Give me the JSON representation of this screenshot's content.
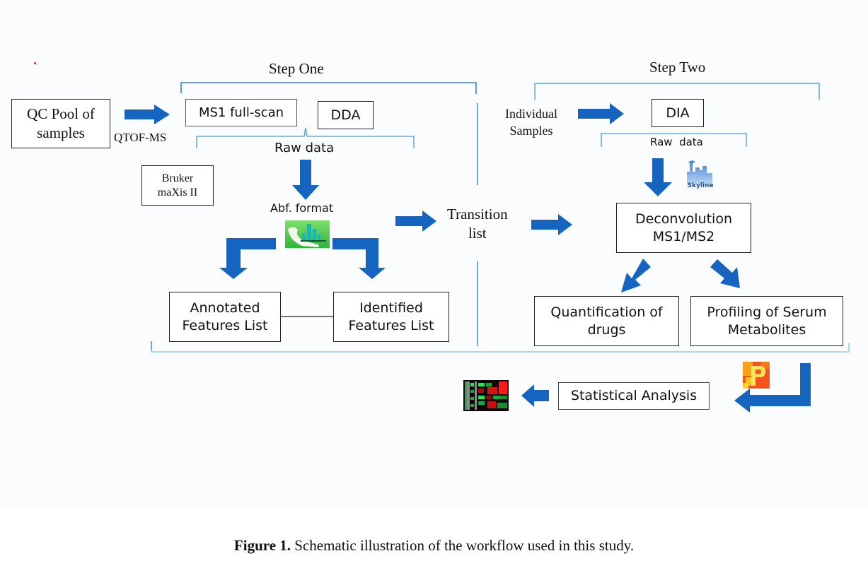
{
  "figure": {
    "step_one": {
      "title": "Step One",
      "source_box": [
        "QC Pool of",
        "samples"
      ],
      "instrument_label": "QTOF-MS",
      "instrument_box": [
        "Bruker",
        "maXis II"
      ],
      "ms1_box": "MS1 full-scan",
      "dda_box": "DDA",
      "raw_data_label": "Raw data",
      "format_label": "Abf. format",
      "annotated_box": [
        "Annotated",
        "Features List"
      ],
      "identified_box": [
        "Identified",
        "Features List"
      ]
    },
    "transition": [
      "Transition",
      "list"
    ],
    "step_two": {
      "title": "Step Two",
      "samples_label": [
        "Individual",
        "Samples"
      ],
      "dia_box": "DIA",
      "raw_data_label": "Raw  data",
      "skyline_label": "Skyline",
      "deconvolution_box": [
        "Deconvolution",
        "MS1/MS2"
      ],
      "quantification_box": [
        "Quantification of",
        "drugs"
      ],
      "profiling_box": [
        "Profiling of Serum",
        "Metabolites"
      ]
    },
    "statistics_box": "Statistical Analysis",
    "icons": {
      "ms_dial": "ms-dial-software-icon",
      "skyline": "skyline-software-icon",
      "metaboanalyst": "p-software-icon",
      "heatmap": "heatmap-icon"
    },
    "colors": {
      "arrow": "#1565c0",
      "bracket": "#3b8fc4",
      "bottom_bracket": "#8fcbe0",
      "box_border": "#222222"
    }
  },
  "caption": {
    "label": "Figure 1.",
    "text": " Schematic illustration of the workflow used in this study."
  }
}
